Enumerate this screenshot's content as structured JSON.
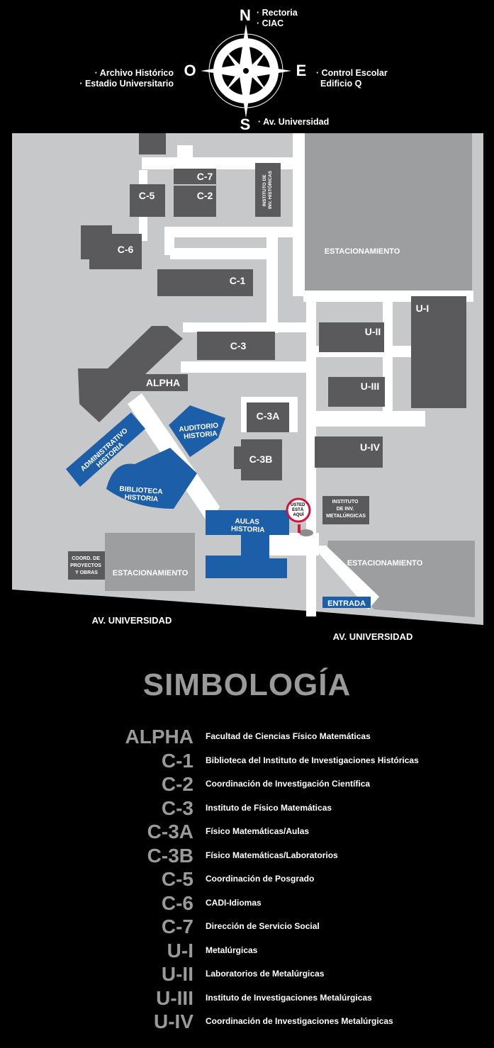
{
  "compass": {
    "north": "N",
    "south": "S",
    "east": "E",
    "west": "O",
    "north_labels": [
      "· Rectoria",
      "· CIAC"
    ],
    "west_labels": [
      "· Archivo Histórico",
      "· Estadio Universitario"
    ],
    "east_labels": [
      "· Control Escolar",
      "Edificio Q"
    ],
    "south_label": "· Av. Universidad"
  },
  "colors": {
    "background": "#000000",
    "ground": "#c7c8c9",
    "paths": "#ffffff",
    "buildings": "#5a5a5c",
    "history_buildings": "#1d5ea8",
    "marker": "#d5103a"
  },
  "buildings": {
    "c7": "C-7",
    "c5": "C-5",
    "c2": "C-2",
    "c6": "C-6",
    "c1": "C-1",
    "c3": "C-3",
    "alpha": "ALPHA",
    "c3a": "C-3A",
    "c3b": "C-3B",
    "ui": "U-I",
    "uii": "U-II",
    "uiii": "U-III",
    "uiv": "U-IV",
    "inst_hist": [
      "INSTITUTO DE",
      "INV. HISTÓRICAS"
    ],
    "inst_met": [
      "INSTITUTO",
      "DE INV.",
      "METALÚRGICAS"
    ],
    "coord_proy": [
      "COORD. DE",
      "PROYECTOS",
      "Y OBRAS"
    ],
    "admin": [
      "ADMINISTRATIVO",
      "HISTORIA"
    ],
    "auditorio": [
      "AUDITORIO",
      "HISTORIA"
    ],
    "biblioteca": [
      "BIBLIOTECA",
      "HISTORIA"
    ],
    "aulas": [
      "AULAS",
      "HISTORIA"
    ]
  },
  "parking": {
    "top": "ESTACIONAMIENTO",
    "bottom_left": "ESTACIONAMIENTO",
    "bottom_right": "ESTACIONAMIENTO"
  },
  "marker": [
    "USTED",
    "ESTÁ",
    "AQUÍ"
  ],
  "entrance": "ENTRADA",
  "streets": {
    "left": "AV. UNIVERSIDAD",
    "right": "AV. UNIVERSIDAD"
  },
  "legend": {
    "title": "SIMBOLOGÍA",
    "items": [
      {
        "code": "ALPHA",
        "desc": "Facultad de Ciencias Físico Matemáticas"
      },
      {
        "code": "C-1",
        "desc": "Biblioteca del Instituto de Investigaciones Históricas"
      },
      {
        "code": "C-2",
        "desc": "Coordinación de Investigación Científica"
      },
      {
        "code": "C-3",
        "desc": "Instituto de Físico Matemáticas"
      },
      {
        "code": "C-3A",
        "desc": "Físico Matemáticas/Aulas"
      },
      {
        "code": "C-3B",
        "desc": "Físico Matemáticas/Laboratorios"
      },
      {
        "code": "C-5",
        "desc": "Coordinación de Posgrado"
      },
      {
        "code": "C-6",
        "desc": "CADI-Idiomas"
      },
      {
        "code": "C-7",
        "desc": "Dirección de Servicio Social"
      },
      {
        "code": "U-I",
        "desc": "Metalúrgicas"
      },
      {
        "code": "U-II",
        "desc": "Laboratorios de Metalúrgicas"
      },
      {
        "code": "U-III",
        "desc": "Instituto de Investigaciones Metalúrgicas"
      },
      {
        "code": "U-IV",
        "desc": "Coordinación de Investigaciones Metalúrgicas"
      }
    ]
  }
}
